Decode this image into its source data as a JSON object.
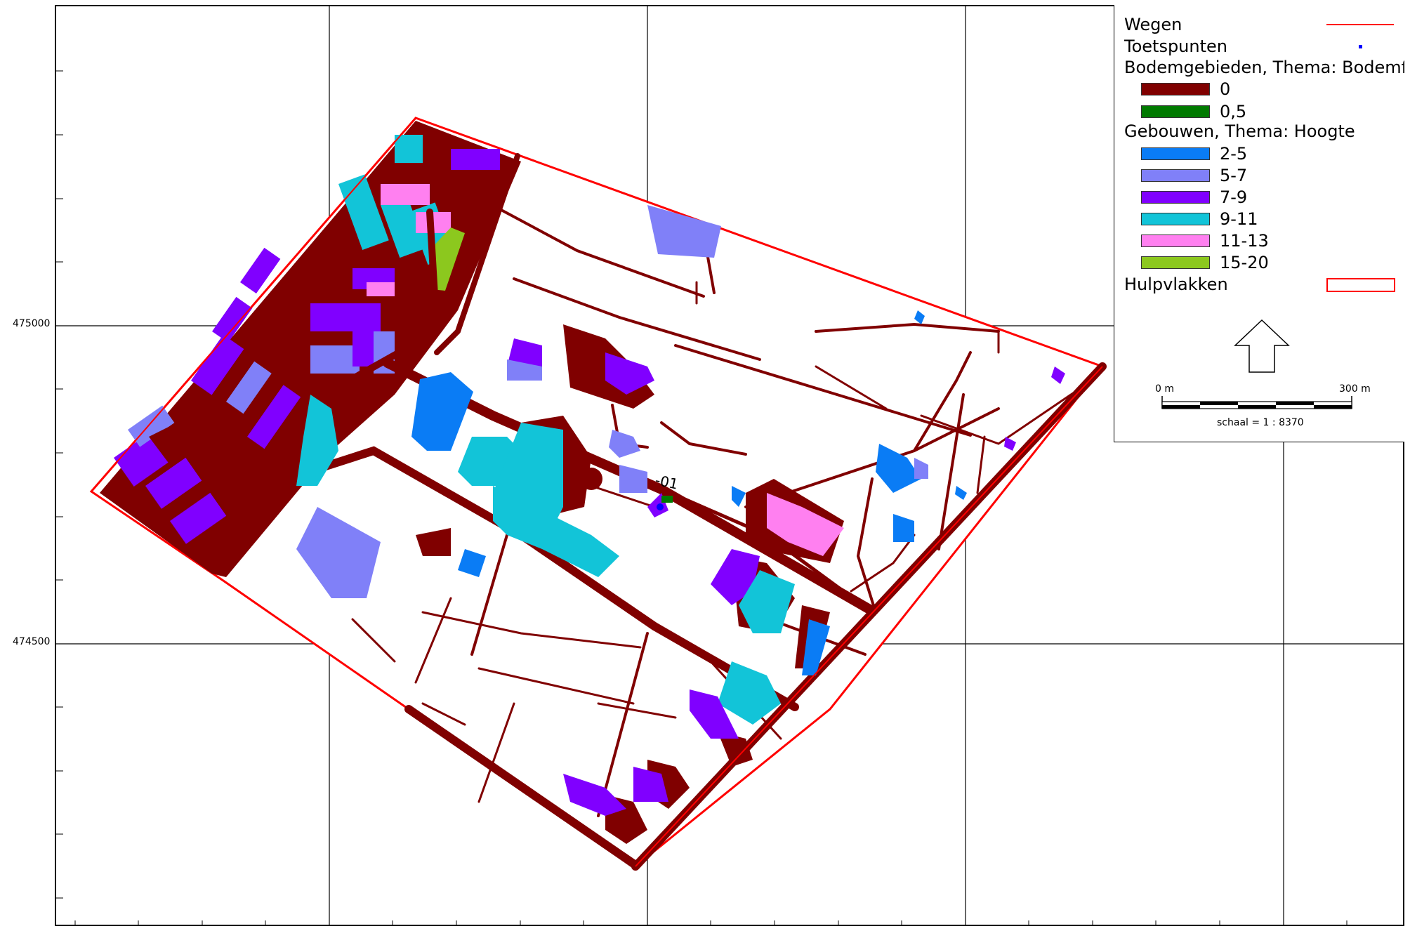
{
  "map": {
    "y_labels": [
      "475000",
      "474500"
    ],
    "road_label": "-01"
  },
  "legend": {
    "roads": {
      "label": "Wegen",
      "color": "#ff0000"
    },
    "points": {
      "label": "Toetspunten",
      "color": "#0000ff"
    },
    "soil_title": "Bodemgebieden, Thema: Bodemfactor",
    "soil_items": [
      {
        "label": "0",
        "color": "#800000"
      },
      {
        "label": "0,5",
        "color": "#007a00"
      }
    ],
    "buildings_title": "Gebouwen, Thema: Hoogte",
    "building_items": [
      {
        "label": "2-5",
        "color": "#0a7cf5"
      },
      {
        "label": "5-7",
        "color": "#8080f8"
      },
      {
        "label": "7-9",
        "color": "#8000ff"
      },
      {
        "label": "9-11",
        "color": "#12c4d8"
      },
      {
        "label": "11-13",
        "color": "#ff80f0"
      },
      {
        "label": "15-20",
        "color": "#8cc81e"
      }
    ],
    "aux": {
      "label": "Hulpvlakken",
      "color": "#ff0000"
    }
  },
  "scalebar": {
    "left_label": "0 m",
    "right_label": "300 m",
    "scale_text": "schaal = 1 : 8370"
  }
}
